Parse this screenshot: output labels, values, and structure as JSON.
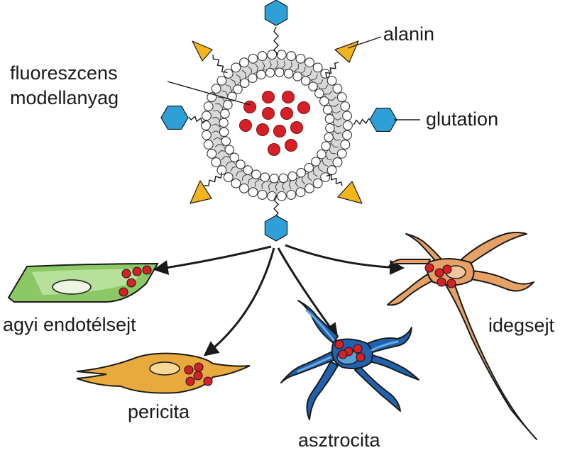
{
  "labels": {
    "fluor_line1": "fluoreszcens",
    "fluor_line2": "modellanyag",
    "alanin": "alanin",
    "glutation": "glutation",
    "endothelial": "agyi endotélsejt",
    "pericyte": "pericita",
    "astrocyte": "asztrocita",
    "neuron": "idegsejt"
  },
  "colors": {
    "cargo_red": "#d61f26",
    "alanine_yellow": "#f4b51c",
    "glutathione_blue": "#2f9fd8",
    "endothelial_green": "#8cc865",
    "pericyte_orange": "#e8aa3c",
    "astrocyte_blue": "#1f63b0",
    "neuron_orange": "#e8a165",
    "membrane_gray": "#d8d8d8"
  },
  "icons": {
    "alanine_marker": "yellow-triangle-icon",
    "glutathione_marker": "blue-hexagon-icon",
    "cargo": "red-dot-icon"
  }
}
